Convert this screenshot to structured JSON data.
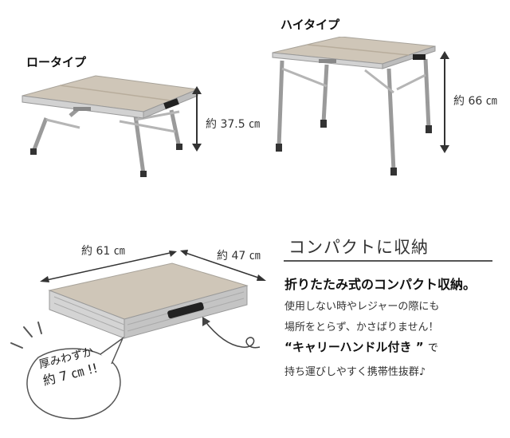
{
  "low_type": {
    "label": "ロータイプ",
    "dimension": "約 37.5 ㎝"
  },
  "high_type": {
    "label": "ハイタイプ",
    "dimension": "約 66 ㎝"
  },
  "folded": {
    "width": "約 61 ㎝",
    "depth": "約 47 ㎝"
  },
  "compact": {
    "title": "コンパクトに収納",
    "headline": "折りたたみ式のコンパクト収納。",
    "lines": [
      "使用しない時やレジャーの際にも",
      "場所をとらず、かさばりません！"
    ],
    "handle_text": "“キャリーハンドル付き ”",
    "handle_suffix": "で",
    "last_line": "持ち運びしやすく携帯性抜群♪"
  },
  "bubble": {
    "line1": "厚みわずか",
    "line2": "約 7 ㎝ !!"
  },
  "colors": {
    "wood": "#c9bfb0",
    "metal": "#c8c8c8",
    "arrow": "#333333"
  }
}
